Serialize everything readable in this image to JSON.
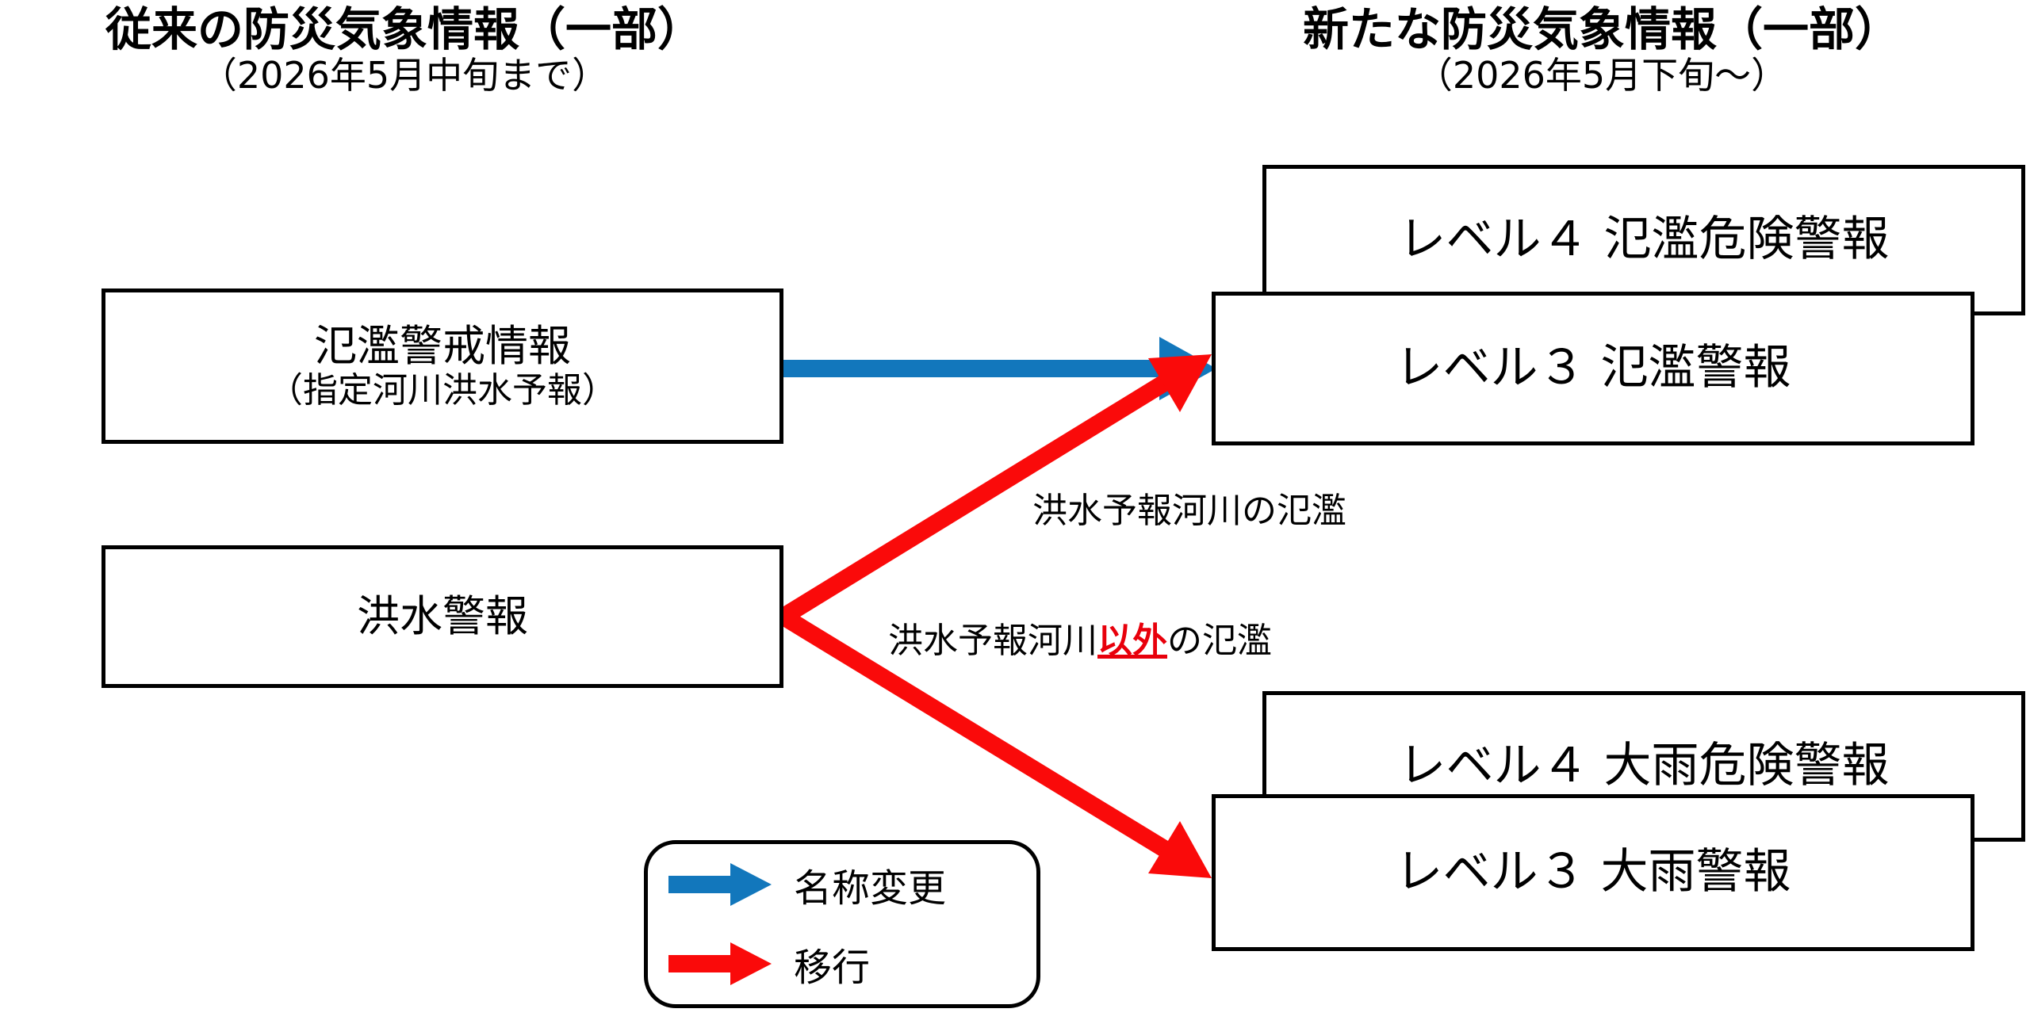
{
  "columns": {
    "old": {
      "title": "従来の防災気象情報（一部）",
      "subtitle": "（2026年5月中旬まで）",
      "boxes": [
        {
          "line1": "氾濫警戒情報",
          "line2": "（指定河川洪水予報）"
        },
        {
          "line1": "洪水警報",
          "line2": ""
        }
      ]
    },
    "new": {
      "title": "新たな防災気象情報（一部）",
      "subtitle": "（2026年5月下旬～）",
      "boxes": [
        {
          "line1": "レベル４ 氾濫危険警報"
        },
        {
          "line1": "レベル３ 氾濫警報"
        },
        {
          "line1": "レベル４ 大雨危険警報"
        },
        {
          "line1": "レベル３ 大雨警報"
        }
      ]
    }
  },
  "annotations": [
    {
      "text": "洪水予報河川の氾濫"
    },
    {
      "prefix": "洪水予報河川",
      "highlight": "以外",
      "suffix": "の氾濫"
    }
  ],
  "legend": {
    "items": [
      {
        "label": "名称変更",
        "color": "#1277bc",
        "icon": "blue-arrow-icon"
      },
      {
        "label": "移行",
        "color": "#fa0a0a",
        "icon": "red-arrow-icon"
      }
    ]
  },
  "colors": {
    "rename_arrow": "#1277bc",
    "transition_arrow": "#fa0a0a",
    "highlight_text": "#e8000b",
    "box_border": "#000000",
    "background": "#ffffff"
  }
}
